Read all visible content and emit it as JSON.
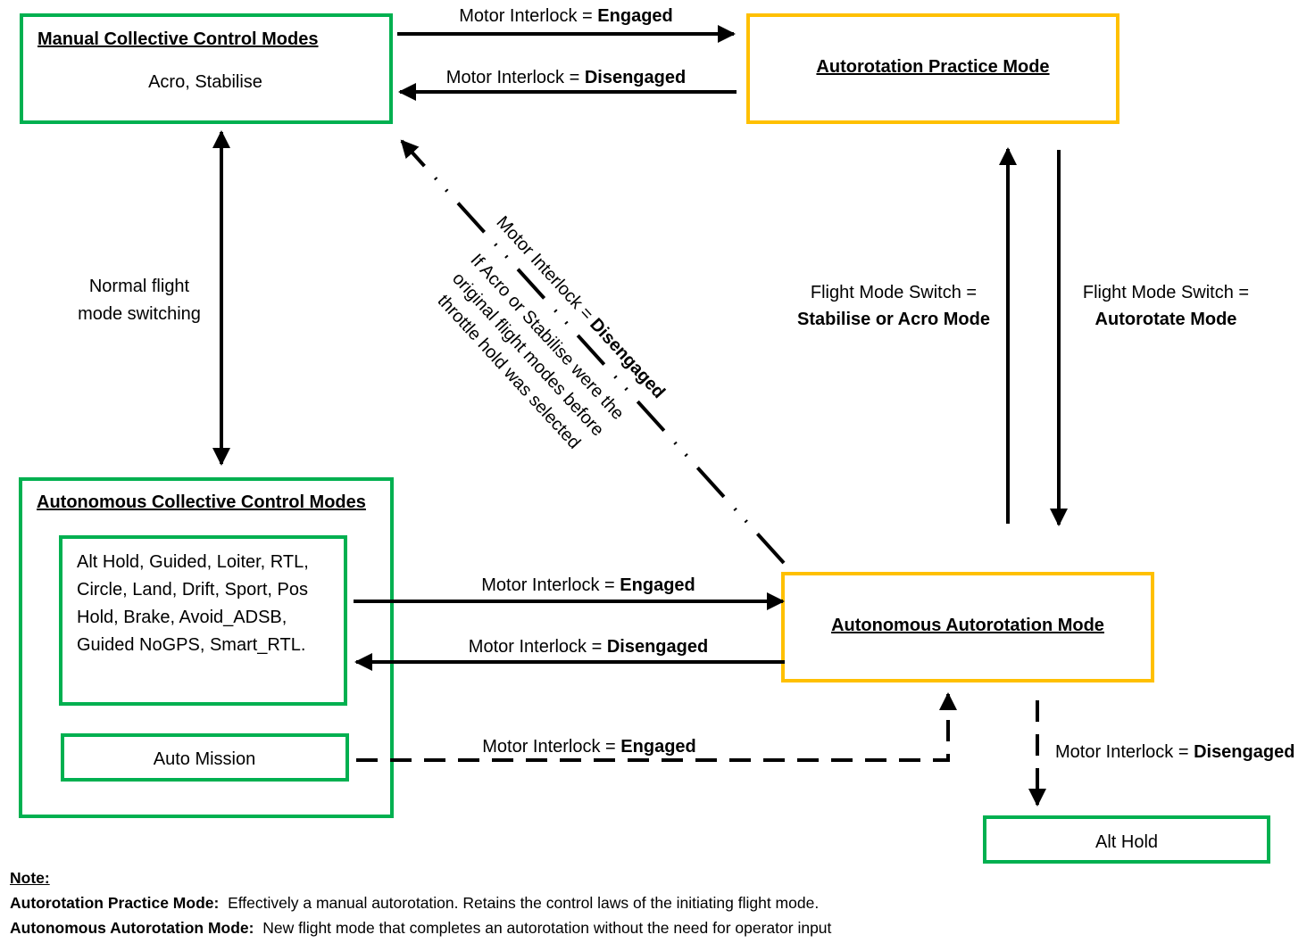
{
  "colors": {
    "green": "#00b050",
    "yellow": "#ffc000",
    "line": "#000000"
  },
  "boxes": {
    "manual": {
      "title": "Manual Collective Control Modes",
      "body": "Acro, Stabilise"
    },
    "practice": {
      "title": "Autorotation Practice Mode"
    },
    "autonomous": {
      "title": "Autonomous Collective Control Modes",
      "inner_lines": [
        "Alt Hold, Guided, Loiter, RTL,",
        "Circle, Land, Drift, Sport, Pos",
        "Hold, Brake, Avoid_ADSB,",
        "Guided NoGPS, Smart_RTL."
      ],
      "auto_mission": "Auto Mission"
    },
    "auto_autorotation": {
      "title": "Autonomous Autorotation Mode"
    },
    "alt_hold": {
      "title": "Alt Hold"
    }
  },
  "labels": {
    "mi_prefix": "Motor Interlock = ",
    "engaged": "Engaged",
    "disengaged": "Disengaged",
    "normal_switching": [
      "Normal flight",
      "mode switching"
    ],
    "fms_prefix": "Flight Mode Switch =",
    "fms_stab": "Stabilise or Acro Mode",
    "fms_auto": "Autorotate Mode",
    "diag_lines": [
      "If Acro or Stabilise were the",
      "original flight modes before",
      "throttle hold was selected"
    ]
  },
  "note": {
    "heading": "Note:",
    "items": [
      {
        "term": "Autorotation Practice Mode:",
        "text": "Effectively a manual autorotation.  Retains the control laws of the initiating flight mode."
      },
      {
        "term": "Autonomous Autorotation Mode:",
        "text": "New flight mode that completes an autorotation without the need for operator input"
      }
    ]
  }
}
